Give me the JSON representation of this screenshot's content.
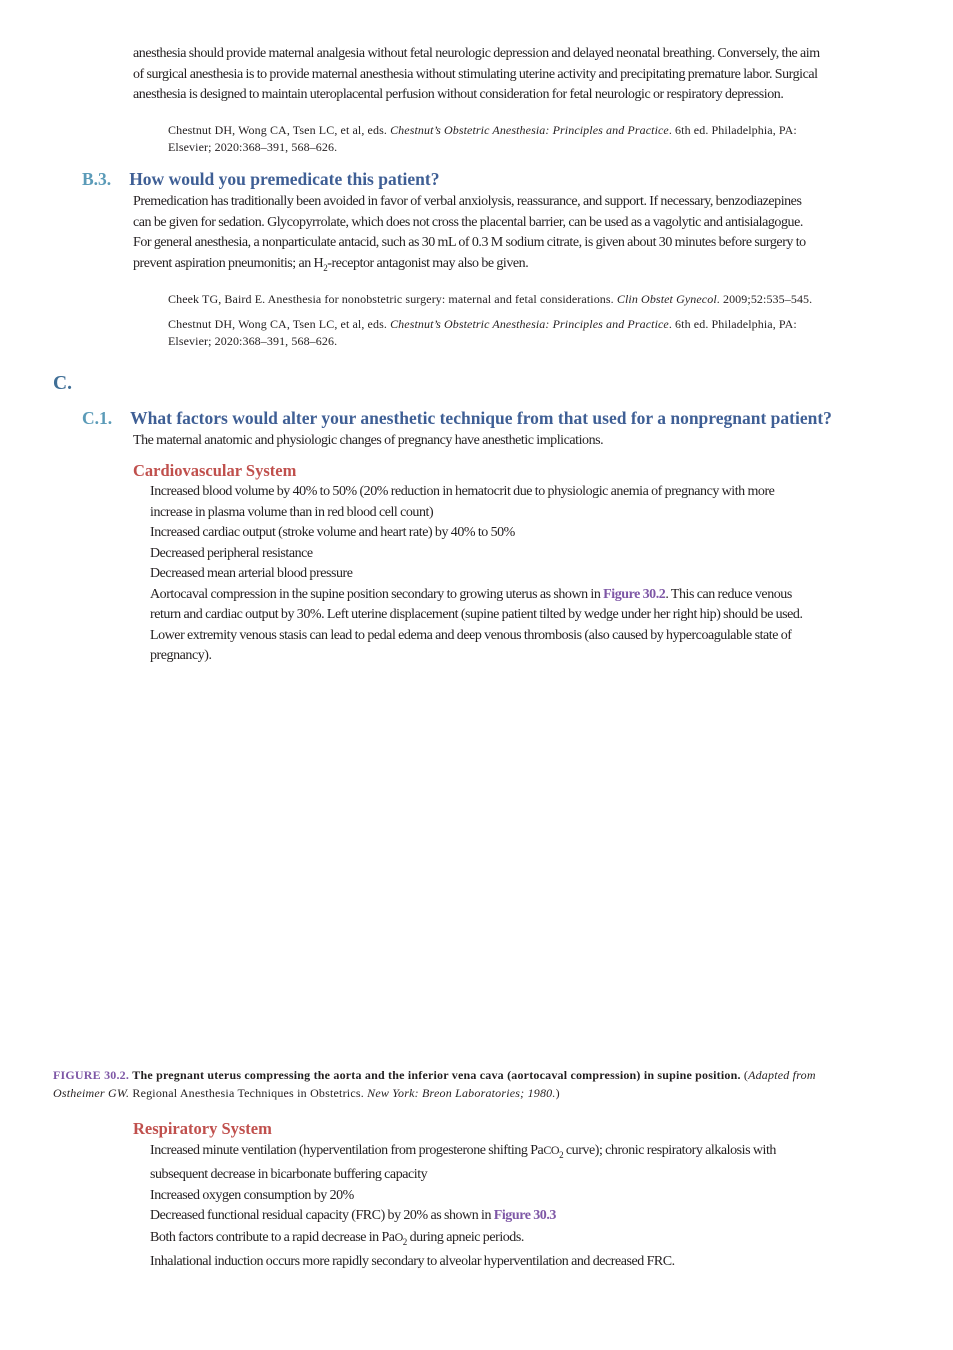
{
  "intro": {
    "lines": [
      "anesthesia should provide maternal analgesia without fetal neurologic depression and delayed neonatal breathing. Conversely, the aim",
      "of surgical anesthesia is to provide maternal anesthesia without stimulating uterine activity and precipitating premature labor. Surgical",
      "anesthesia is designed to maintain uteroplacental perfusion without consideration for fetal neurologic or respiratory depression."
    ]
  },
  "ref1": {
    "authors": "Chestnut DH, Wong CA, Tsen LC, et al, eds.",
    "title": "Chestnut’s Obstetric Anesthesia: Principles and Practice",
    "pub1": ". 6th ed. Philadelphia, PA:",
    "pub2": "Elsevier; 2020:368–391, 568–626."
  },
  "b3": {
    "number": "B.3.",
    "question": "How would you premedicate this patient?",
    "lines": [
      "Premedication has traditionally been avoided in favor of verbal anxiolysis, reassurance, and support. If necessary, benzodiazepines",
      "can be given for sedation. Glycopyrrolate, which does not cross the placental barrier, can be used as a vagolytic and antisialagogue.",
      "For general anesthesia, a nonparticulate antacid, such as 30 mL of 0.3 M sodium citrate, is given about 30 minutes before surgery to"
    ],
    "last_pre": "prevent aspiration pneumonitis; an H",
    "last_sub": "2",
    "last_post": "-receptor antagonist may also be given."
  },
  "ref2": {
    "authors": "Cheek TG, Baird E. Anesthesia for nonobstetric surgery: maternal and fetal considerations.",
    "journal": "Clin Obstet Gynecol",
    "rest": ". 2009;52:535–545."
  },
  "ref3": {
    "authors": "Chestnut DH, Wong CA, Tsen LC, et al, eds.",
    "title": "Chestnut’s Obstetric Anesthesia: Principles and Practice",
    "pub1": ". 6th ed. Philadelphia, PA:",
    "pub2": "Elsevier; 2020:368–391, 568–626."
  },
  "section_c": {
    "letter": "C."
  },
  "c1": {
    "number": "C.1.",
    "question": "What factors would alter your anesthetic technique from that used for a nonpregnant patient?",
    "intro": "The maternal anatomic and physiologic changes of pregnancy have anesthetic implications."
  },
  "cardio": {
    "heading": "Cardiovascular System",
    "l1": "Increased blood volume by 40% to 50% (20% reduction in hematocrit due to physiologic anemia of pregnancy with more",
    "l2": "increase in plasma volume than in red blood cell count)",
    "l3": "Increased cardiac output (stroke volume and heart rate) by 40% to 50%",
    "l4": "Decreased peripheral resistance",
    "l5": "Decreased mean arterial blood pressure",
    "l6_pre": "Aortocaval compression in the supine position secondary to growing uterus as shown in ",
    "l6_link": "Figure 30.2",
    "l6_post": ". This can reduce venous",
    "l7": "return and cardiac output by 30%. Left uterine displacement (supine patient tilted by wedge under her right hip) should be used.",
    "l8": "Lower extremity venous stasis can lead to pedal edema and deep venous thrombosis (also caused by hypercoagulable state of",
    "l9": "pregnancy)."
  },
  "figure": {
    "label": "FIGURE 30.2.",
    "title": "The pregnant uterus compressing the aorta and the inferior vena cava (aortocaval compression) in supine position.",
    "open": "(",
    "adapted": "Adapted from",
    "author": "Ostheimer GW.",
    "book": "Regional Anesthesia Techniques in Obstetrics.",
    "publisher": "New York: Breon Laboratories; 1980.",
    "close": ")"
  },
  "resp": {
    "heading": "Respiratory System",
    "l1_pre": "Increased minute ventilation (hyperventilation from progesterone shifting Pa",
    "l1_co": "CO",
    "l1_sub": "2",
    "l1_post": " curve); chronic respiratory alkalosis with",
    "l2": "subsequent decrease in bicarbonate buffering capacity",
    "l3": "Increased oxygen consumption by 20%",
    "l4_pre": "Decreased functional residual capacity (FRC) by 20% as shown in ",
    "l4_link": "Figure 30.3",
    "l5_pre": "Both factors contribute to a rapid decrease in Pa",
    "l5_o": "O",
    "l5_sub": "2",
    "l5_post": " during apneic periods.",
    "l6": "Inhalational induction occurs more rapidly secondary to alveolar hyperventilation and decreased FRC."
  }
}
